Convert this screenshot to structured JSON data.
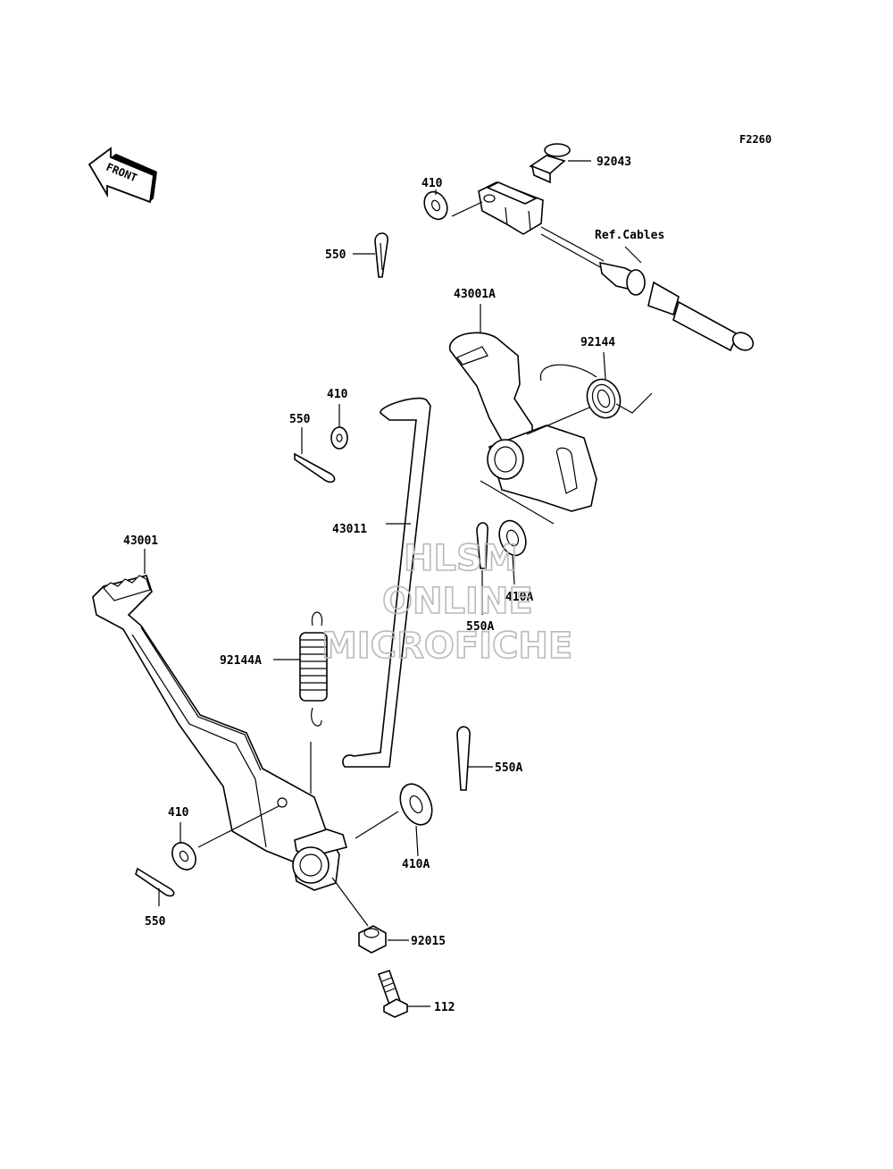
{
  "figure_code": "F2260",
  "front_label": "FRONT",
  "watermark": {
    "line1": "HLSM",
    "line2": "ONLINE",
    "line3": "MICROFICHE"
  },
  "parts": {
    "p92043": "92043",
    "p410_top": "410",
    "ref_cables": "Ref.Cables",
    "p550_top": "550",
    "p43001A": "43001A",
    "p92144": "92144",
    "p410_mid": "410",
    "p550_mid": "550",
    "p43011": "43011",
    "p410A_mid": "410A",
    "p550A_mid": "550A",
    "p43001": "43001",
    "p92144A": "92144A",
    "p550A_low": "550A",
    "p410_low": "410",
    "p410A_low": "410A",
    "p550_low": "550",
    "p92015": "92015",
    "p112": "112"
  }
}
